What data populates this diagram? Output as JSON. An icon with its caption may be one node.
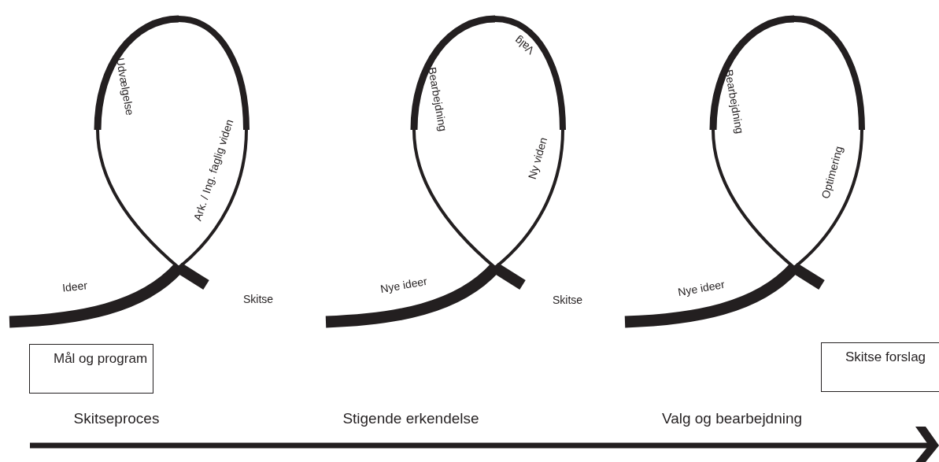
{
  "diagram": {
    "nodes": [
      {
        "text": [
          "Mål og program"
        ]
      },
      {
        "text": [
          "Skitse forslag"
        ]
      }
    ],
    "labels": [
      "Udvælgelse",
      "Ark. / Ing. faglig viden",
      "Ideer",
      "Skitse",
      "Valg",
      "Bearbejdning",
      "Ny viden",
      "Nye ideer",
      "Skitse",
      "Bearbejdning",
      "Optimering",
      "Nye ideer",
      "Skitseproces",
      "Stigende erkendelse",
      "Valg og bearbejdning"
    ]
  }
}
